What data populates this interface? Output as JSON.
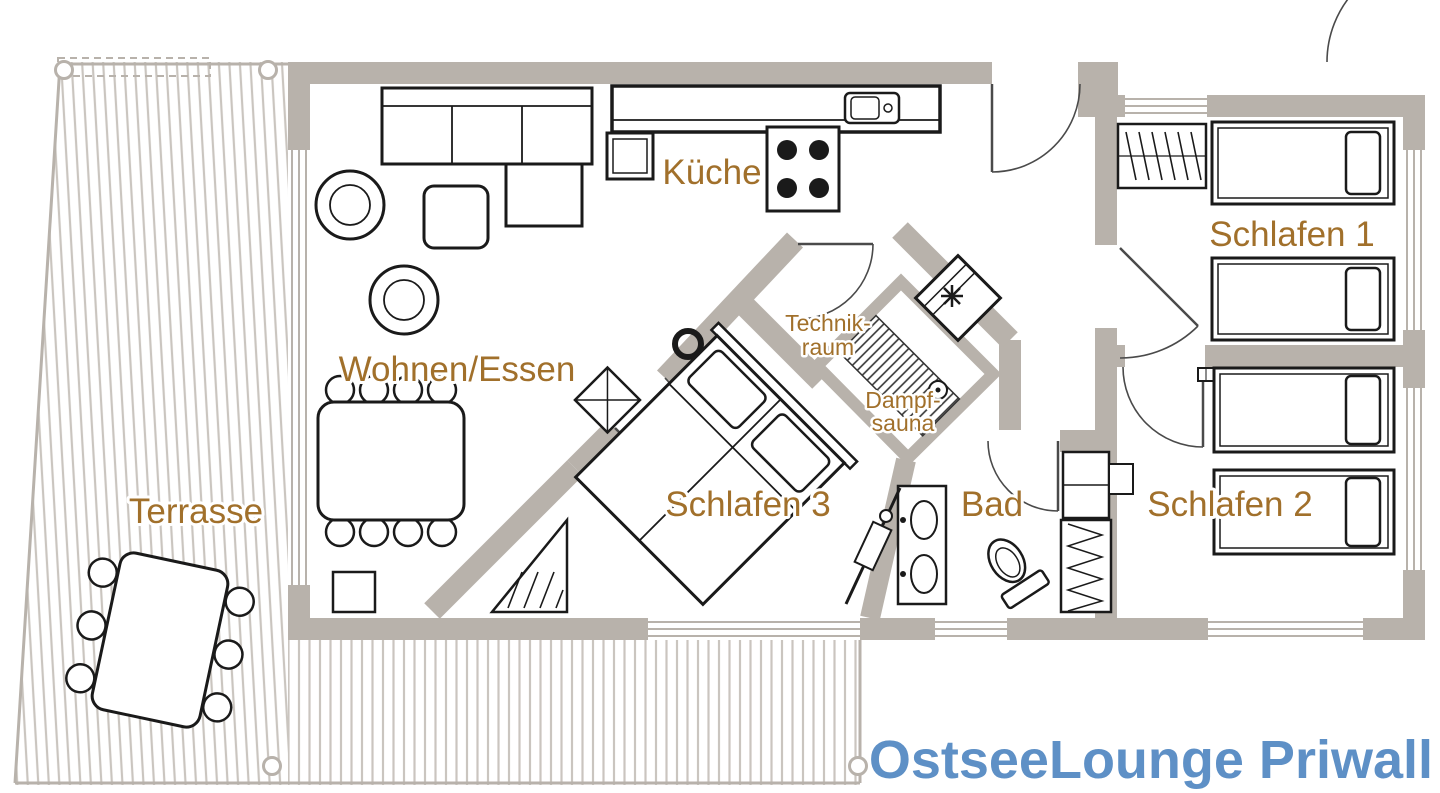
{
  "title": {
    "text": "OstseeLounge Priwall"
  },
  "rooms": {
    "terrace": "Terrasse",
    "living": "Wohnen/Essen",
    "kitchen": "Küche",
    "tech_line1": "Technik-",
    "tech_line2": "raum",
    "sauna_line1": "Dampf-",
    "sauna_line2": "sauna",
    "bedroom3": "Schlafen 3",
    "bath": "Bad",
    "bedroom1": "Schlafen 1",
    "bedroom2": "Schlafen 2"
  },
  "colors": {
    "wall": "#b8b2ab",
    "deck": "#cac5bf",
    "line": "#1a1a1a",
    "door": "#4a4a4a",
    "label": "#a1702b",
    "title": "#5e90c6",
    "bg": "#ffffff"
  }
}
